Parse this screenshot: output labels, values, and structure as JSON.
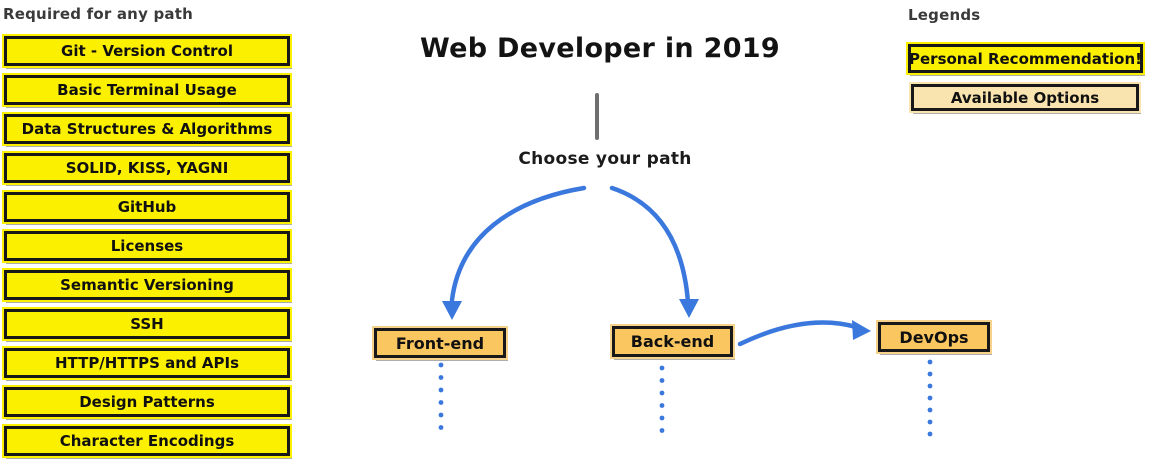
{
  "diagram": {
    "required_section": {
      "title": "Required for any path",
      "items": [
        "Git - Version Control",
        "Basic Terminal Usage",
        "Data Structures & Algorithms",
        "SOLID, KISS, YAGNI",
        "GitHub",
        "Licenses",
        "Semantic Versioning",
        "SSH",
        "HTTP/HTTPS and APIs",
        "Design Patterns",
        "Character Encodings"
      ]
    },
    "main": {
      "title": "Web Developer in 2019",
      "choose_label": "Choose your path",
      "paths": [
        "Front-end",
        "Back-end",
        "DevOps"
      ]
    },
    "legend": {
      "title": "Legends",
      "items": [
        "Personal Recommendation!",
        "Available Options"
      ]
    },
    "colors": {
      "recommendation_yellow": "#fbf000",
      "path_orange": "#f9c660",
      "option_tan": "#f9e3ae",
      "arrow_blue": "#3b78dd",
      "connector_gray": "#6f6f6f",
      "border_black": "#181818"
    }
  }
}
